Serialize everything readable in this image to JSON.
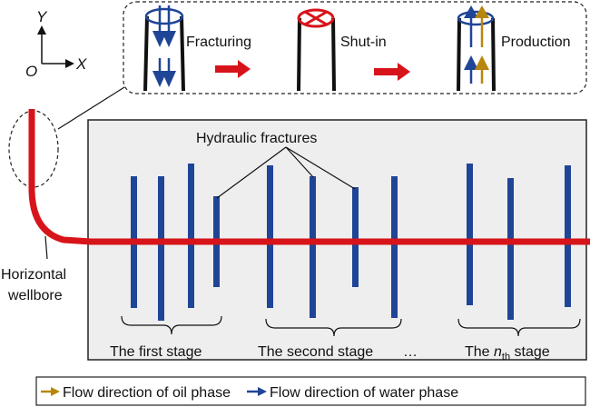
{
  "axes": {
    "y_label": "Y",
    "x_label": "X",
    "origin_label": "O"
  },
  "process": {
    "steps": [
      {
        "label": "Fracturing"
      },
      {
        "label": "Shut-in"
      },
      {
        "label": "Production"
      }
    ]
  },
  "main": {
    "wellbore_label_line1": "Horizontal",
    "wellbore_label_line2": "wellbore",
    "fractures_label": "Hydraulic fractures",
    "stages": [
      {
        "label": "The first stage"
      },
      {
        "label": "The second stage"
      },
      {
        "label": "The n_th stage",
        "prefix": "The ",
        "n": "n",
        "sub": "th",
        "suffix": " stage"
      }
    ],
    "ellipsis": "…"
  },
  "legend": {
    "oil_label": "Flow direction of oil phase",
    "water_label": "Flow direction of water phase"
  },
  "colors": {
    "wellbore": "#d7141a",
    "fracture": "#1f4597",
    "oil": "#b8860b",
    "water": "#1f4597",
    "panel_bg": "#eeeeee"
  }
}
